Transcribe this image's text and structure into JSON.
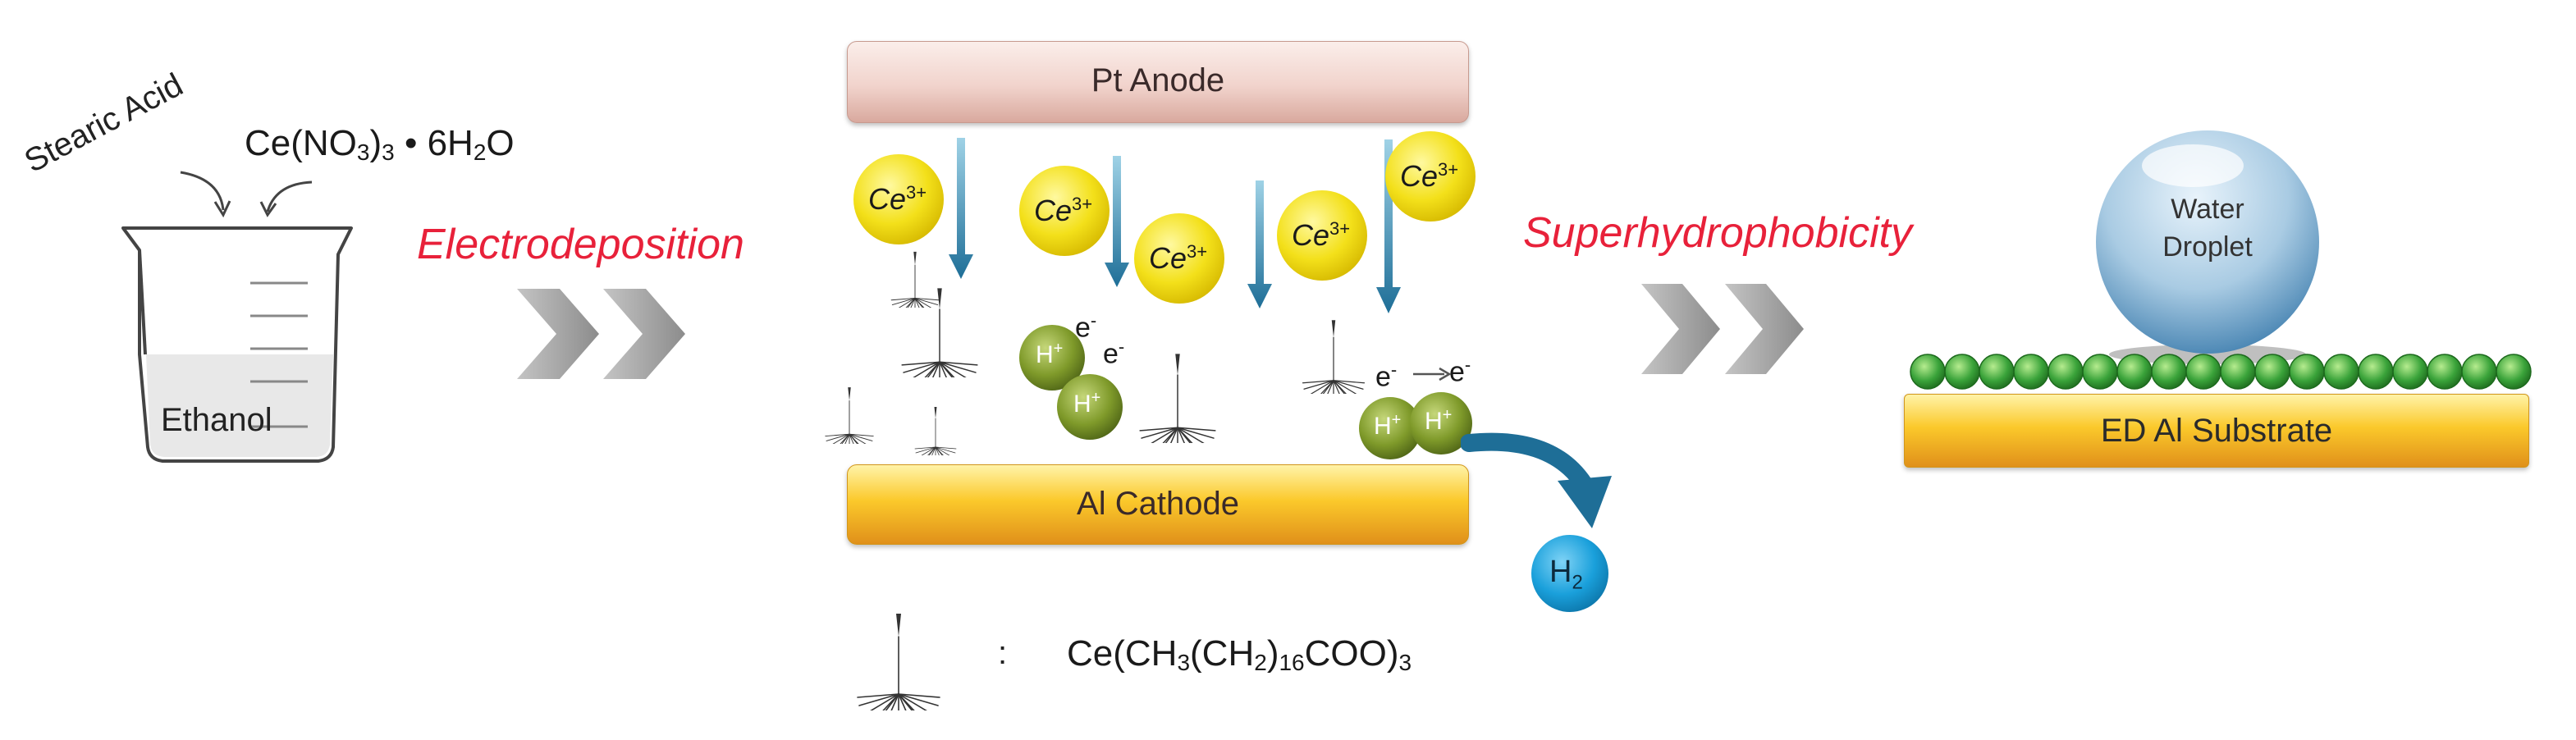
{
  "beaker": {
    "stearic_acid_label": "Stearic Acid",
    "salt_label": {
      "main": "Ce(NO",
      "sub1": "3",
      "close": ")",
      "sub2": "3",
      "rest": " • 6H",
      "sub3": "2",
      "tail": "O"
    },
    "solvent_label": "Ethanol"
  },
  "step1_label": "Electrodeposition",
  "step2_label": "Superhydrophobicity",
  "cell": {
    "anode_label": "Pt Anode",
    "cathode_label": "Al Cathode",
    "cerium_ion": {
      "base": "Ce",
      "charge": "3+"
    },
    "hydrogen_ion": {
      "base": "H",
      "charge": "+"
    },
    "electron": {
      "base": "e",
      "charge": "-"
    },
    "h2_label": {
      "base": "H",
      "sub": "2"
    }
  },
  "legend": {
    "separator": ":",
    "formula": {
      "p1": "Ce(CH",
      "s1": "3",
      "p2": "(CH",
      "s2": "2",
      "p3": ")",
      "s3": "16",
      "p4": "COO)",
      "s4": "3"
    }
  },
  "result": {
    "droplet_line1": "Water",
    "droplet_line2": "Droplet",
    "substrate_label": "ED Al Substrate"
  },
  "colors": {
    "red_label": "#e8213a",
    "anode_fill": "#f3d9d4",
    "cathode_fill": "#f7b722",
    "cerium_ion": "#f2dc12",
    "hydrogen_ion": "#7f9a2a",
    "arrow_blue": "#1e6e97",
    "h2_blue": "#1aa0db",
    "chevron_gray": "#9a9a9a",
    "bead_green": "#3aa33a"
  }
}
